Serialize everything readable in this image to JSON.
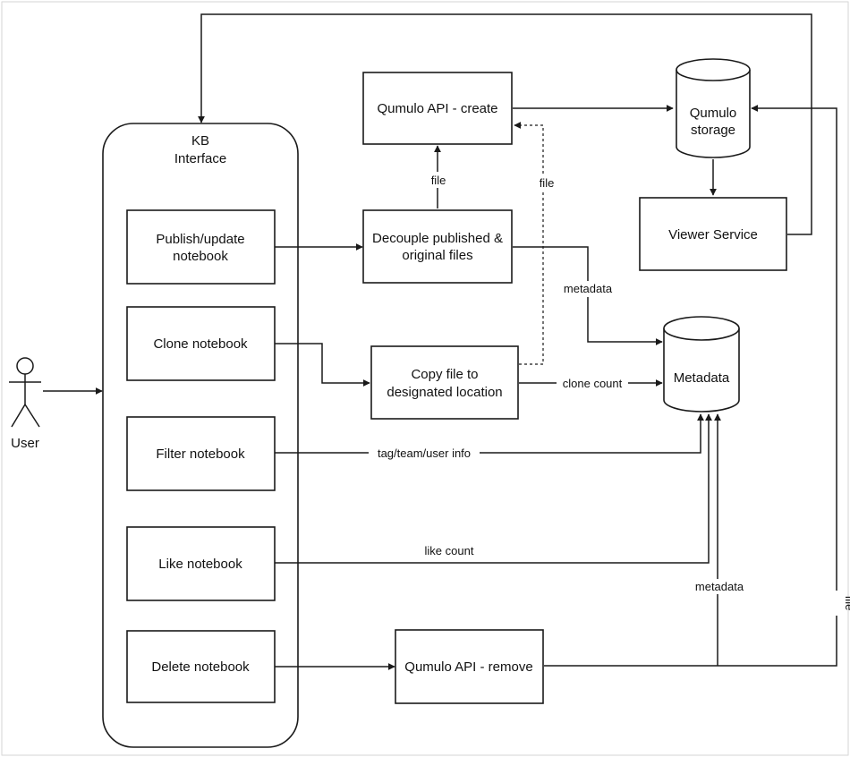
{
  "kb_interface": {
    "title_line1": "KB",
    "title_line2": "Interface"
  },
  "actor": {
    "label": "User"
  },
  "actions": {
    "publish_line1": "Publish/update",
    "publish_line2": "notebook",
    "clone": "Clone notebook",
    "filter": "Filter notebook",
    "like": "Like notebook",
    "delete": "Delete notebook"
  },
  "processes": {
    "api_create": "Qumulo API - create",
    "decouple_line1": "Decouple published &",
    "decouple_line2": "original files",
    "copy_line1": "Copy file to",
    "copy_line2": "designated location",
    "api_remove": "Qumulo API - remove",
    "viewer": "Viewer Service"
  },
  "stores": {
    "qumulo_line1": "Qumulo",
    "qumulo_line2": "storage",
    "metadata": "Metadata"
  },
  "edge_labels": {
    "file_up": "file",
    "file_dashed": "file",
    "metadata_top": "metadata",
    "clone_count": "clone count",
    "tag_team_user": "tag/team/user info",
    "like_count": "like count",
    "metadata_bottom": "metadata",
    "file_right": "file"
  }
}
